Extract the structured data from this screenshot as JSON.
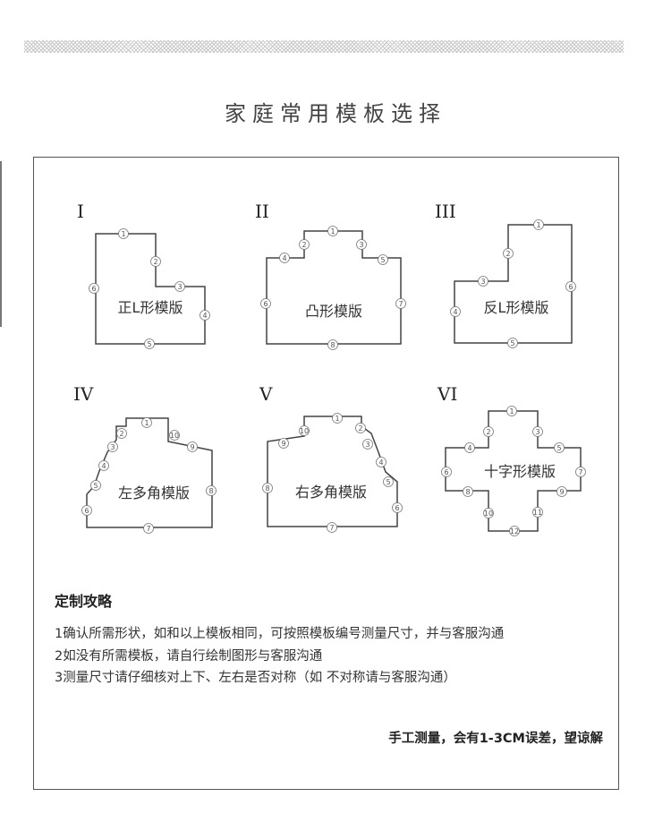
{
  "title": "家庭常用模板选择",
  "templates": [
    {
      "numeral": "I",
      "label": "正L形模版",
      "marks": [
        "1",
        "2",
        "3",
        "4",
        "5",
        "6"
      ]
    },
    {
      "numeral": "II",
      "label": "凸形模版",
      "marks": [
        "1",
        "2",
        "3",
        "4",
        "5",
        "6",
        "7",
        "8"
      ]
    },
    {
      "numeral": "III",
      "label": "反L形模版",
      "marks": [
        "1",
        "2",
        "3",
        "4",
        "5",
        "6"
      ]
    },
    {
      "numeral": "IV",
      "label": "左多角模版",
      "marks": [
        "1",
        "2",
        "3",
        "4",
        "5",
        "6",
        "7",
        "8",
        "9",
        "10"
      ]
    },
    {
      "numeral": "V",
      "label": "右多角模版",
      "marks": [
        "1",
        "2",
        "3",
        "4",
        "5",
        "6",
        "7",
        "8",
        "9",
        "10"
      ]
    },
    {
      "numeral": "VI",
      "label": "十字形模版",
      "marks": [
        "1",
        "2",
        "3",
        "4",
        "5",
        "6",
        "7",
        "8",
        "9",
        "10",
        "11",
        "12"
      ]
    }
  ],
  "guide": {
    "title": "定制攻略",
    "lines": [
      "1确认所需形状，如和以上模板相同，可按照模板编号测量尺寸，并与客服沟通",
      "2如没有所需模板，请自行绘制图形与客服沟通",
      "3测量尺寸请仔细核对上下、左右是否对称（如 不对称请与客服沟通）"
    ]
  },
  "note": "手工测量，会有1-3CM误差，望谅解"
}
